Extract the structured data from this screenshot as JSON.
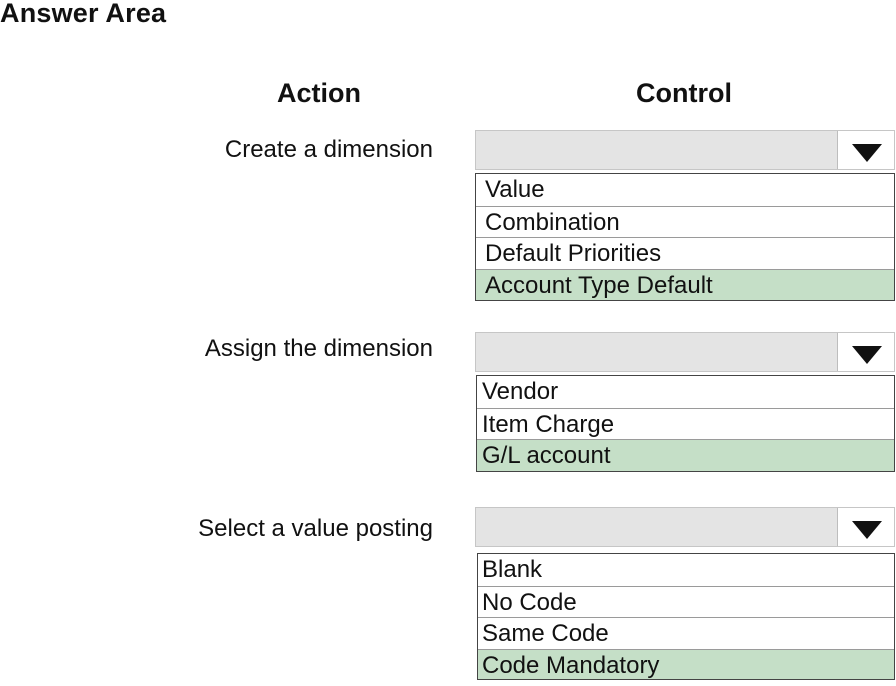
{
  "title": "Answer Area",
  "headers": {
    "action": "Action",
    "control": "Control"
  },
  "rows": [
    {
      "action": "Create a dimension",
      "options": [
        "Value",
        "Combination",
        "Default Priorities",
        "Account Type Default"
      ],
      "highlighted": "Account Type Default"
    },
    {
      "action": "Assign the dimension",
      "options": [
        "Vendor",
        "Item Charge",
        "G/L account"
      ],
      "highlighted": "G/L account"
    },
    {
      "action": "Select a value posting",
      "options": [
        "Blank",
        "No Code",
        "Same Code",
        "Code Mandatory"
      ],
      "highlighted": "Code Mandatory"
    }
  ],
  "colors": {
    "highlight": "#c5dfc7",
    "select_bg": "#e4e4e4"
  },
  "icons": {
    "dropdown_arrow": "caret-down-icon"
  }
}
